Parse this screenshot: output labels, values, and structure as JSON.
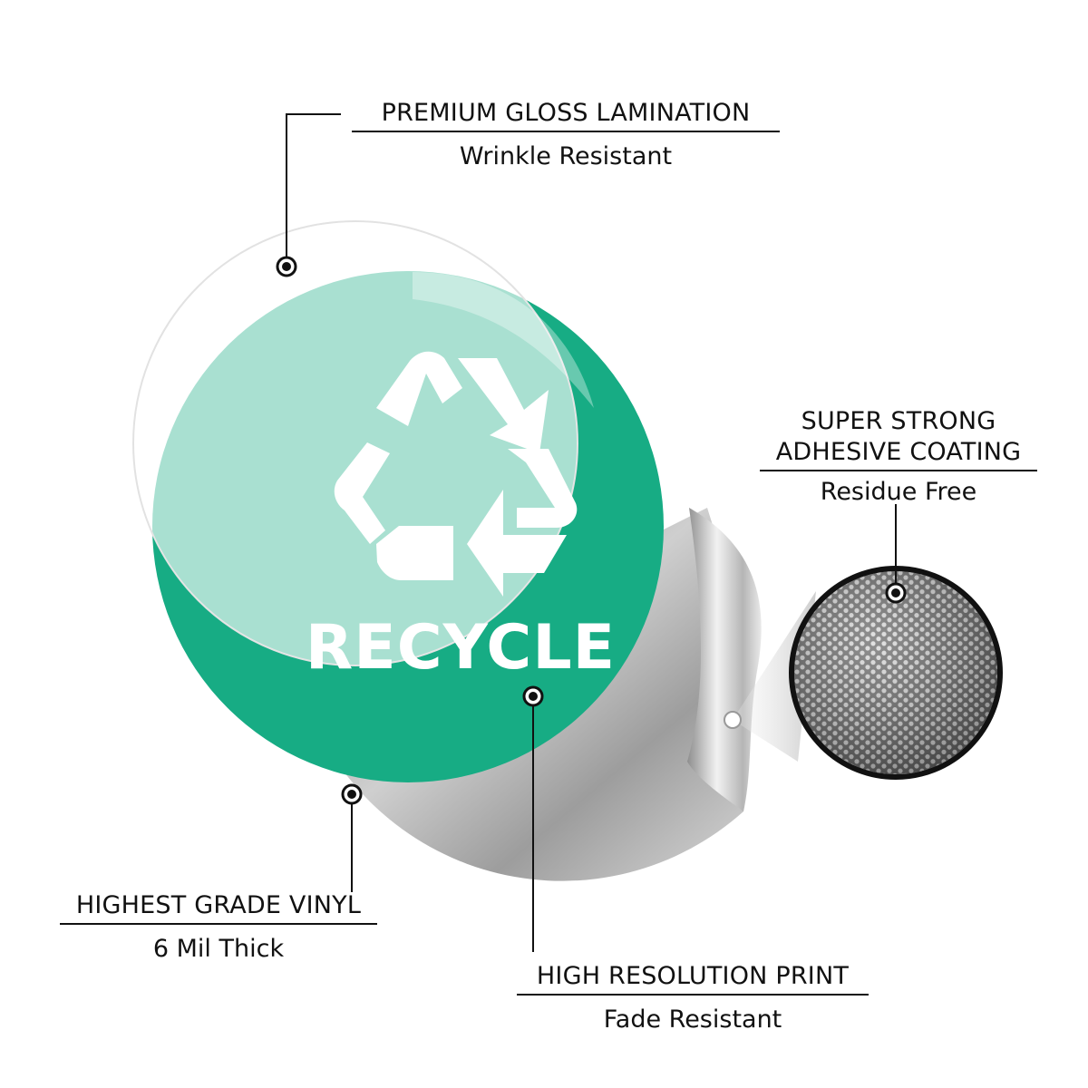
{
  "sticker": {
    "label": "RECYCLE",
    "icon": "recycle-icon",
    "colors": {
      "green": "#17ac84",
      "green_laminated": "#62c4a9",
      "vinyl_gray": "#a9a9a9",
      "symbol": "#ffffff",
      "callout_text": "#111111"
    }
  },
  "callouts": {
    "lamination": {
      "title": "PREMIUM GLOSS LAMINATION",
      "subtitle": "Wrinkle Resistant"
    },
    "adhesive": {
      "title_line1": "SUPER STRONG",
      "title_line2": "ADHESIVE COATING",
      "subtitle": "Residue Free"
    },
    "vinyl": {
      "title": "HIGHEST GRADE VINYL",
      "subtitle": "6 Mil Thick"
    },
    "print": {
      "title": "HIGH RESOLUTION PRINT",
      "subtitle": "Fade Resistant"
    }
  }
}
